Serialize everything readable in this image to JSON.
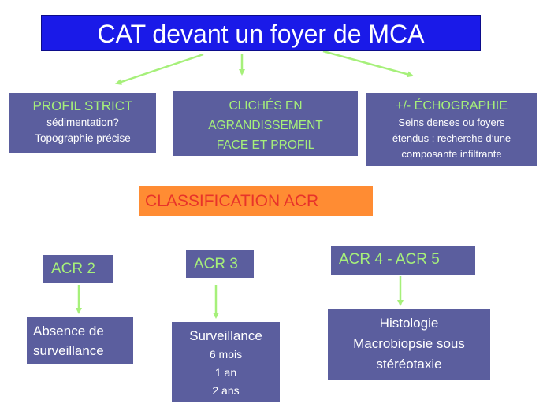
{
  "title": "CAT devant un foyer de MCA",
  "boxes": {
    "profil": {
      "heading": "PROFIL STRICT",
      "lines": [
        "sédimentation?",
        "Topographie précise"
      ]
    },
    "cliches": {
      "lines": [
        "CLICHÉS EN",
        "AGRANDISSEMENT",
        "FACE ET PROFIL"
      ]
    },
    "echo": {
      "heading": "+/- ÉCHOGRAPHIE",
      "lines": [
        "Seins denses ou foyers",
        "étendus : recherche d’une",
        "composante infiltrante"
      ]
    }
  },
  "classification": "CLASSIFICATION ACR",
  "acr": {
    "acr2": {
      "label": "ACR 2",
      "result": [
        "Absence de",
        "surveillance"
      ]
    },
    "acr3": {
      "label": "ACR 3",
      "result_heading": "Surveillance",
      "result": [
        "6 mois",
        "1 an",
        "2 ans"
      ]
    },
    "acr45": {
      "label": "ACR 4 - ACR 5",
      "result": [
        "Histologie",
        "Macrobiopsie sous",
        "stéréotaxie"
      ]
    }
  },
  "colors": {
    "title_bg": "#1a1ae8",
    "box_bg": "#5b5e9e",
    "classification_bg": "#ff8c33",
    "classification_text": "#e8332a",
    "green_text": "#a6f07a",
    "arrow": "#a6f07a"
  }
}
